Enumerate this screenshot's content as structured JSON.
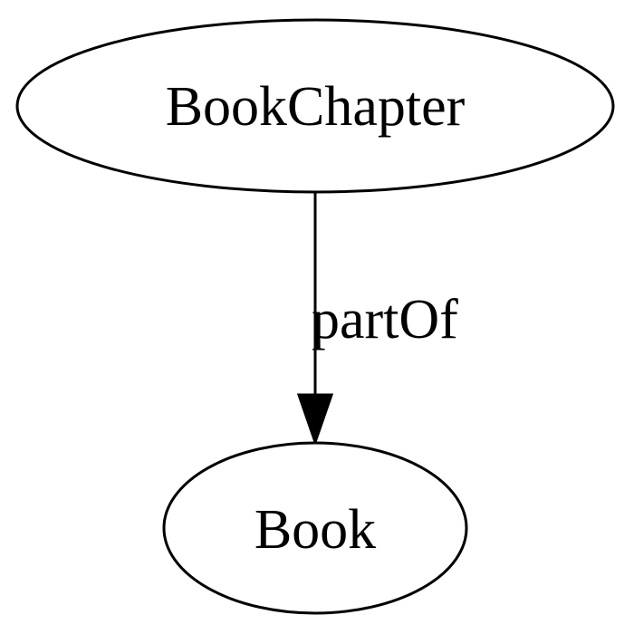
{
  "nodes": {
    "source": {
      "label": "BookChapter"
    },
    "target": {
      "label": "Book"
    }
  },
  "edges": [
    {
      "from": "BookChapter",
      "to": "Book",
      "label": "partOf"
    }
  ],
  "colors": {
    "stroke": "#000000",
    "background": "#ffffff"
  }
}
